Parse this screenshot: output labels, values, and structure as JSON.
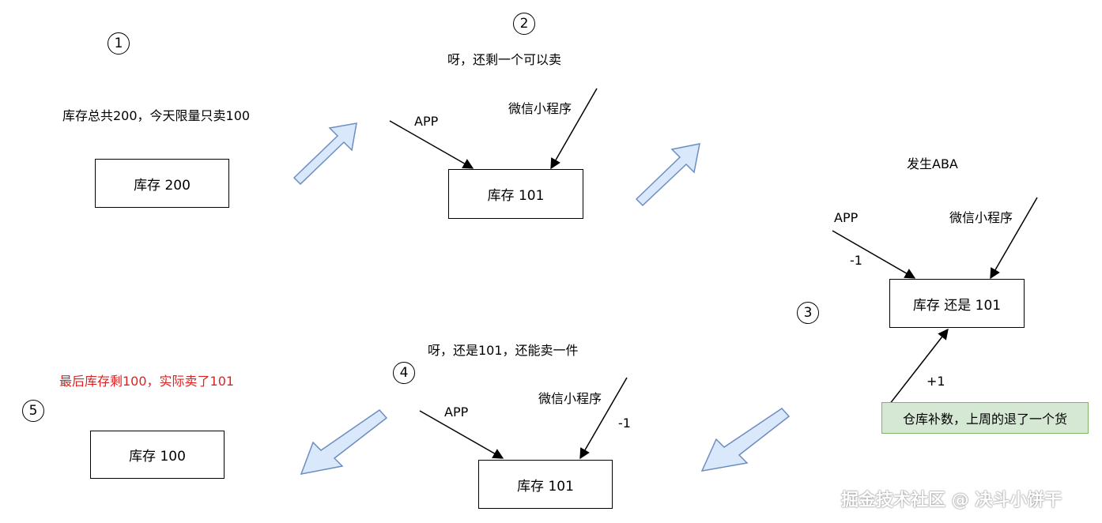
{
  "steps": {
    "s1": {
      "number": "1",
      "caption": "库存总共200，今天限量只卖100",
      "box": "库存 200"
    },
    "s2": {
      "number": "2",
      "caption": "呀，还剩一个可以卖",
      "box": "库存 101",
      "app": "APP",
      "wechat": "微信小程序"
    },
    "s3": {
      "number": "3",
      "caption": "发生ABA",
      "box": "库存 还是 101",
      "app": "APP",
      "wechat": "微信小程序",
      "app_delta": "-1",
      "restock_delta": "+1",
      "restock_note": "仓库补数，上周的退了一个货"
    },
    "s4": {
      "number": "4",
      "caption": "呀，还是101，还能卖一件",
      "box": "库存 101",
      "app": "APP",
      "wechat": "微信小程序",
      "wechat_delta": "-1"
    },
    "s5": {
      "number": "5",
      "caption": "最后库存剩100，实际卖了101",
      "box": "库存 100"
    }
  },
  "watermark": "掘金技术社区 @ 决斗小饼干",
  "colors": {
    "flow_arrow_fill": "#dae8fc",
    "flow_arrow_stroke": "#6c8ebf",
    "note_fill": "#d5e8d4",
    "note_stroke": "#82b366",
    "highlight_text": "#e02020"
  }
}
